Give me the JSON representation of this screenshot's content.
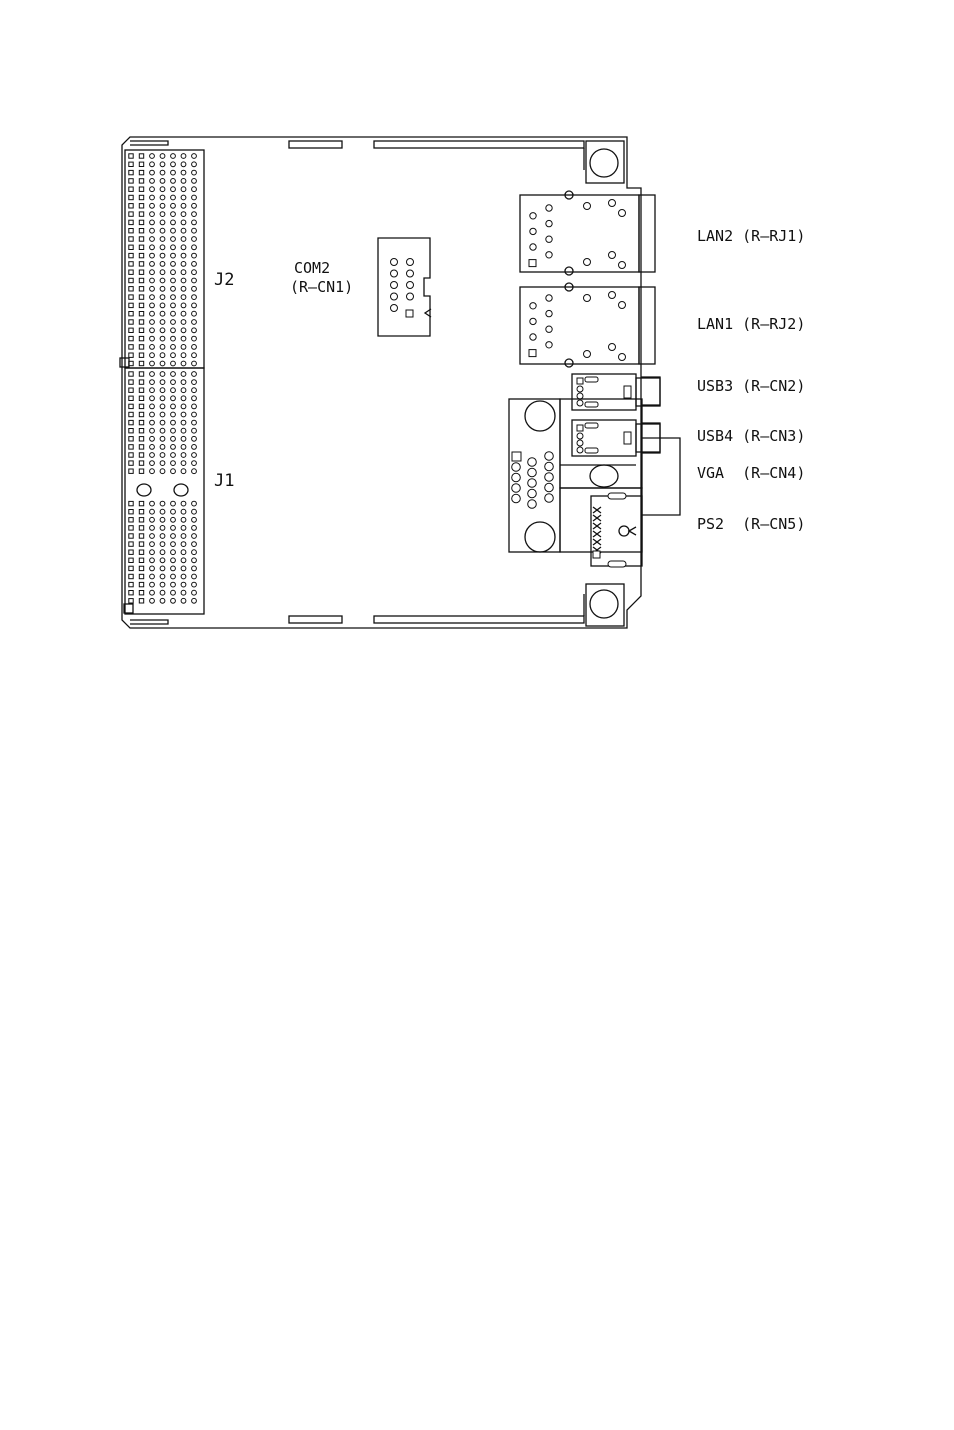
{
  "labels": {
    "j2": "J2",
    "j1": "J1",
    "com2_name": "COM2",
    "com2_ref": "(R–CN1)",
    "lan2": "LAN2 (R–RJ1)",
    "lan1": "LAN1 (R–RJ2)",
    "usb3": "USB3 (R–CN2)",
    "usb4": "USB4 (R–CN3)",
    "vga": "VGA  (R–CN4)",
    "ps2": "PS2  (R–CN5)"
  },
  "colors": {
    "line": "#111111",
    "background": "#ffffff"
  }
}
